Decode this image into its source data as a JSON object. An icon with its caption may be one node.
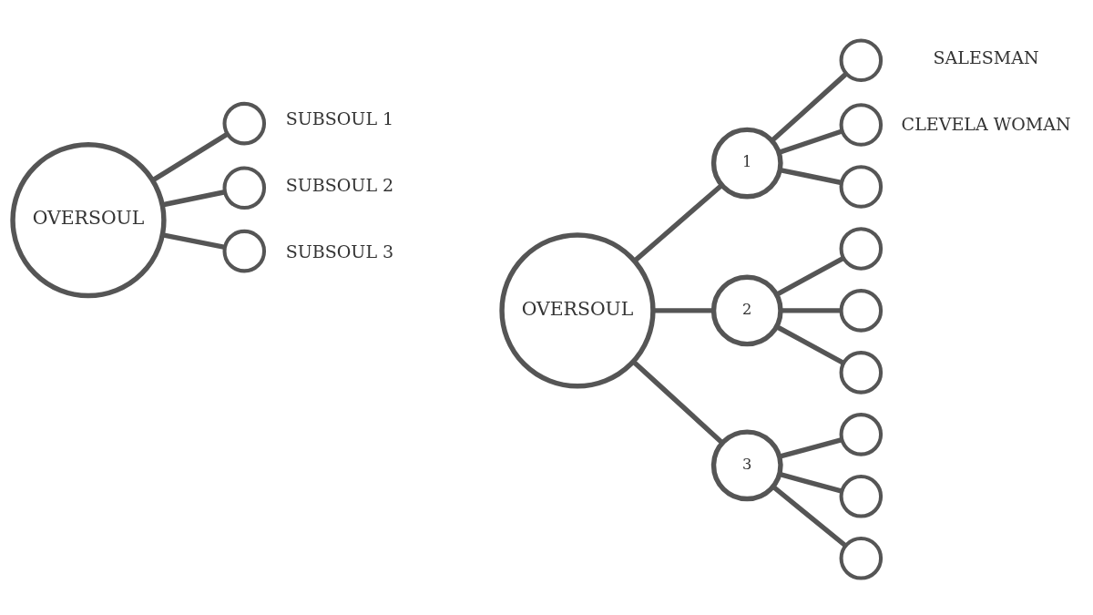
{
  "diagram": {
    "nodes": [
      {
        "text": [
          "OVERSOUL"
        ]
      },
      {
        "text": [],
        "shape": "circle",
        "beside": [
          "SUBSOUL 1"
        ]
      },
      {
        "text": [],
        "shape": "circle",
        "beside": [
          "SUBSOUL 2"
        ]
      },
      {
        "text": [],
        "shape": "circle",
        "beside": [
          "SUBSOUL 3"
        ]
      },
      {
        "text": [
          "OVERSOUL"
        ]
      },
      {
        "text": [
          "1"
        ]
      },
      {
        "text": [],
        "shape": "circle",
        "beside": [
          "SALESMAN"
        ]
      },
      {
        "text": [],
        "shape": "circle",
        "beside": [
          "CLEVELA WOMAN"
        ]
      },
      {
        "text": [],
        "shape": "circle"
      },
      {
        "text": [
          "2"
        ]
      },
      {
        "text": [],
        "shape": "circle"
      },
      {
        "text": [],
        "shape": "circle"
      },
      {
        "text": [],
        "shape": "circle"
      },
      {
        "text": [
          "3"
        ]
      },
      {
        "text": [],
        "shape": "circle"
      },
      {
        "text": [],
        "shape": "circle"
      },
      {
        "text": [],
        "shape": "circle"
      }
    ],
    "edges": [
      {
        "from": 0,
        "to": 1,
        "arrow": "none"
      },
      {
        "from": 0,
        "to": 2,
        "arrow": "none"
      },
      {
        "from": 0,
        "to": 3,
        "arrow": "none"
      },
      {
        "from": 4,
        "to": 5,
        "arrow": "none"
      },
      {
        "from": 4,
        "to": 9,
        "arrow": "none"
      },
      {
        "from": 4,
        "to": 13,
        "arrow": "none"
      },
      {
        "from": 5,
        "to": 6,
        "arrow": "none"
      },
      {
        "from": 5,
        "to": 7,
        "arrow": "none"
      },
      {
        "from": 5,
        "to": 8,
        "arrow": "none"
      },
      {
        "from": 9,
        "to": 10,
        "arrow": "none"
      },
      {
        "from": 9,
        "to": 11,
        "arrow": "none"
      },
      {
        "from": 9,
        "to": 12,
        "arrow": "none"
      },
      {
        "from": 13,
        "to": 14,
        "arrow": "none"
      },
      {
        "from": 13,
        "to": 15,
        "arrow": "none"
      },
      {
        "from": 13,
        "to": 16,
        "arrow": "none"
      }
    ]
  }
}
